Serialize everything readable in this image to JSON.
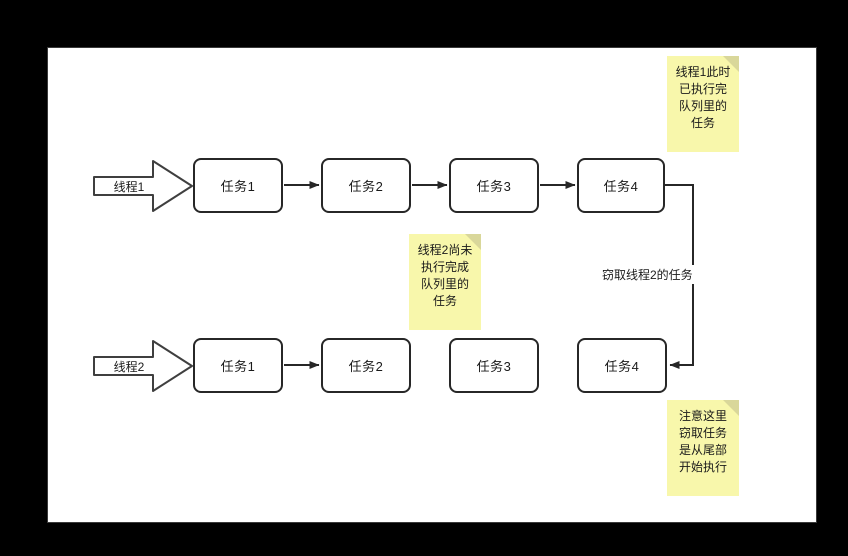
{
  "canvas": {
    "background": "#ffffff",
    "border_color": "#3a3a3a",
    "outer_background": "#000000"
  },
  "colors": {
    "box_border": "#272727",
    "box_fill": "#ffffff",
    "note_fill": "#f8f7ab",
    "note_fold": "#d9d79a",
    "line": "#272727",
    "text": "#1a1a1a"
  },
  "threads": [
    {
      "label": "线程1"
    },
    {
      "label": "线程2"
    }
  ],
  "rows": [
    {
      "id": "thread-1-queue",
      "tasks": [
        {
          "label": "任务1"
        },
        {
          "label": "任务2"
        },
        {
          "label": "任务3"
        },
        {
          "label": "任务4"
        }
      ],
      "arrows_between": [
        true,
        true,
        true
      ]
    },
    {
      "id": "thread-2-queue",
      "tasks": [
        {
          "label": "任务1"
        },
        {
          "label": "任务2"
        },
        {
          "label": "任务3"
        },
        {
          "label": "任务4"
        }
      ],
      "arrows_between": [
        true,
        false,
        false
      ]
    }
  ],
  "notes": [
    {
      "id": "note-thread1-done",
      "text": "线程1此时\n已执行完\n队列里的\n任务"
    },
    {
      "id": "note-thread2-pending",
      "text": "线程2尚未\n执行完成\n队列里的\n任务"
    },
    {
      "id": "note-steal-from-tail",
      "text": "注意这里\n窃取任务\n是从尾部\n开始执行"
    }
  ],
  "edges": [
    {
      "id": "steal-edge",
      "label": "窃取线程2的任务",
      "from": "thread-1-task4",
      "to": "thread-2-task4"
    }
  ]
}
